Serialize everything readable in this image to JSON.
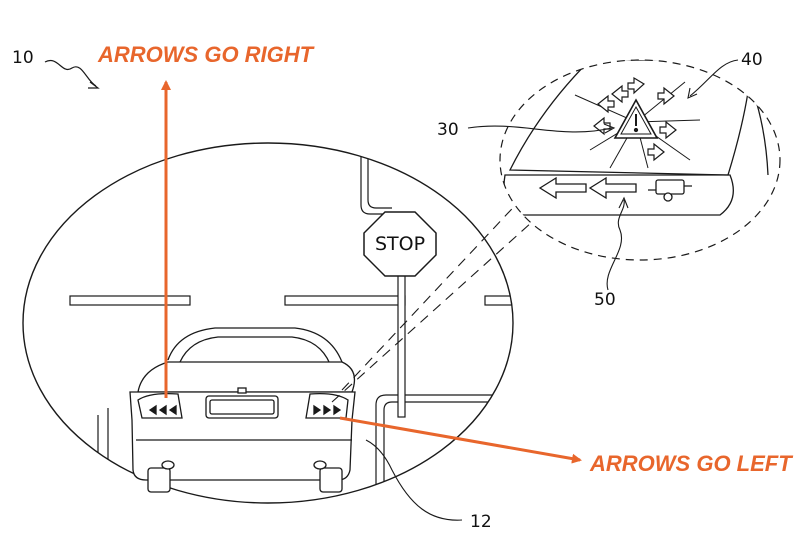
{
  "figure": {
    "ref_main": "10",
    "ref_vehicle": "12",
    "ref_warning": "30",
    "ref_arrows": "40",
    "ref_lamp": "50"
  },
  "sign": {
    "text": "STOP"
  },
  "annotations": {
    "right": "ARROWS GO RIGHT",
    "left": "ARROWS GO LEFT"
  },
  "colors": {
    "accent": "#e8662c",
    "line": "#1a1a1a"
  }
}
